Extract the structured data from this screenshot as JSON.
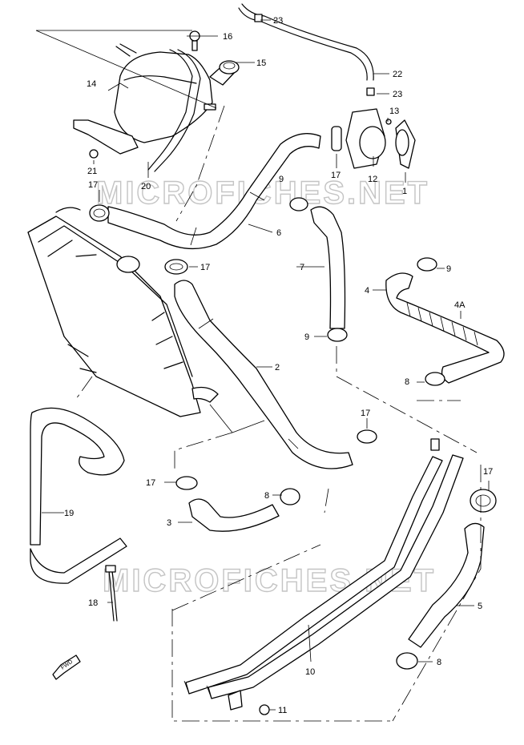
{
  "watermark": "MICROFICHES.NET",
  "direction_badge": "FWD",
  "callouts": {
    "c1": "1",
    "c2": "2",
    "c3": "3",
    "c4": "4",
    "c4A": "4A",
    "c5": "5",
    "c6": "6",
    "c7": "7",
    "c8a": "8",
    "c8b": "8",
    "c8c": "8",
    "c9a": "9",
    "c9b": "9",
    "c9c": "9",
    "c10": "10",
    "c11": "11",
    "c12": "12",
    "c13": "13",
    "c14": "14",
    "c15": "15",
    "c16": "16",
    "c17a": "17",
    "c17b": "17",
    "c17c": "17",
    "c17d": "17",
    "c17e": "17",
    "c17f": "17",
    "c18": "18",
    "c19": "19",
    "c20": "20",
    "c21": "21",
    "c22": "22",
    "c23a": "23",
    "c23b": "23"
  }
}
